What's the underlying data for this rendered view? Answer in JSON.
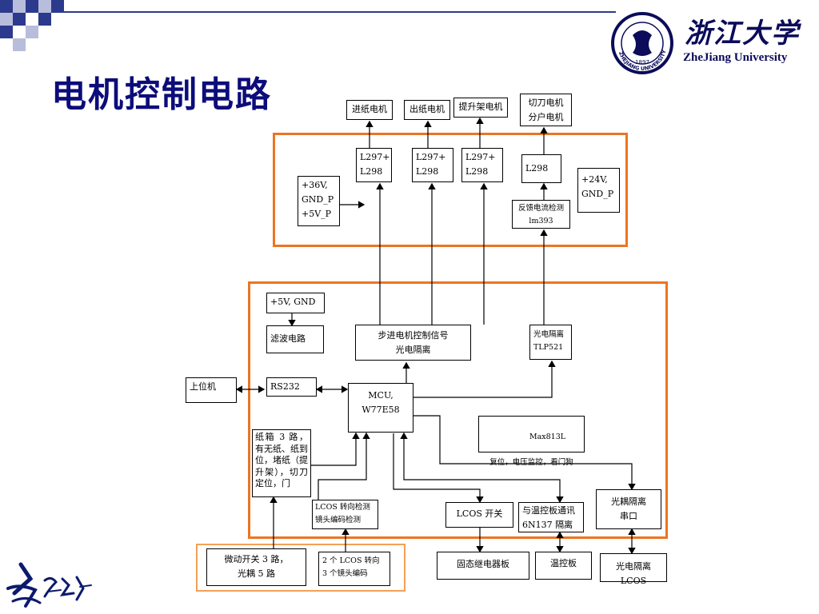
{
  "slide": {
    "title": "电机控制电路"
  },
  "brand": {
    "name_en": "ZheJiang University",
    "name_cn": "浙江大学",
    "seal_year": "1897",
    "seal_text": "ZHEJIANG UNIVERSITY"
  },
  "blocks": {
    "motor_in": "进纸电机",
    "motor_out": "出纸电机",
    "motor_lift": "提升架电机",
    "motor_cut": "切刀电机\n分户电机",
    "drv1": "L297+\nL298",
    "drv2": "L297+\nL298",
    "drv3": "L297+\nL298",
    "drv4": "L298",
    "psu36": "+36V,\nGND_P\n+5V_P",
    "psu24": "+24V,\nGND_P",
    "current_detect": "反馈电流检测\nlm393",
    "psu5": "+5V, GND",
    "filter": "滤波电路",
    "stepper_signal": "步进电机控制信号\n光电隔离",
    "tlp": "光电隔离\nTLP521",
    "host": "上位机",
    "rs232": "RS232",
    "mcu": "MCU,\nW77E58",
    "max813_title": "Max813L",
    "max813_desc": "复位，电压监控，看门狗",
    "sensors": "纸箱 3 路，有无纸、纸到位，堵纸（提升架），切刀定位，门",
    "lcos_detect": "LCOS 转向检测\n镜头编码检测",
    "lcos_switch": "LCOS 开关",
    "temp_comm": "与温控板通讯\n6N137 隔离",
    "opto_serial": "光耦隔离\n串口",
    "micro_switch": "微动开关 3 路，\n光耦 5 路",
    "lcos_codes": "2 个 LCOS 转向\n3 个镜头编码",
    "relay_board": "固态继电器板",
    "temp_board": "温控板",
    "opto_lcos": "光电隔离 LCOS"
  },
  "colors": {
    "title": "#0c0c7a",
    "frame": "#ec7522",
    "frame_light": "#f3a057",
    "squares": "#2b3a8c",
    "squares_light": "#b8bddc"
  },
  "icons": [
    "university-seal-icon",
    "calligraphy-logo-icon"
  ]
}
